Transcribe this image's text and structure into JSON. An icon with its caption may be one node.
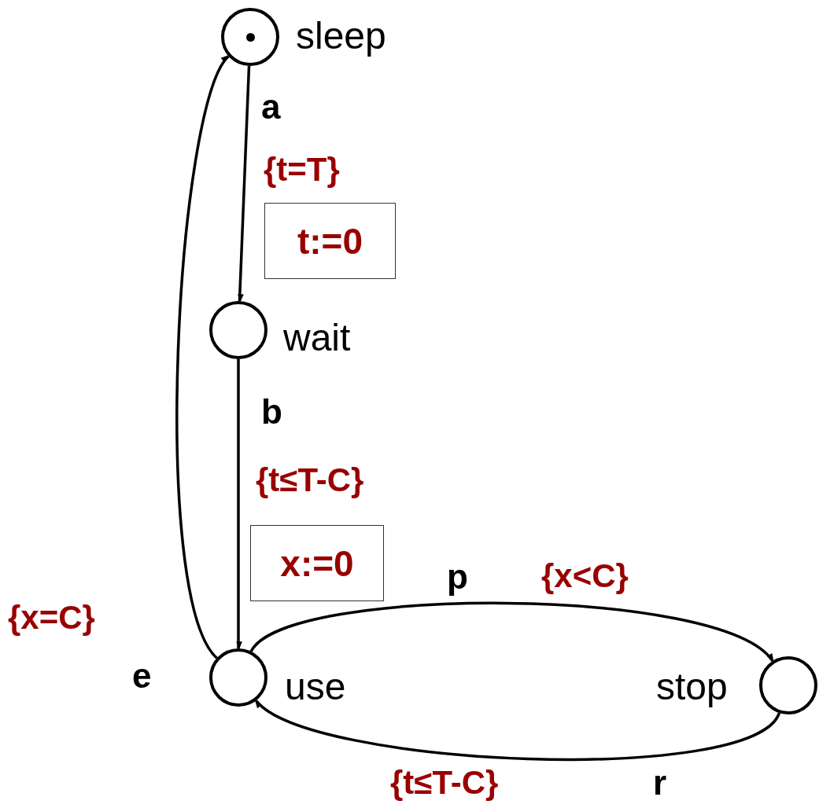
{
  "diagram": {
    "nodes": [
      {
        "text": [],
        "shape": "circle",
        "beside": [
          "sleep"
        ]
      },
      {
        "text": [],
        "shape": "circle",
        "beside": [
          "wait"
        ]
      },
      {
        "text": [],
        "shape": "circle",
        "beside": [
          "use"
        ]
      },
      {
        "text": [],
        "shape": "circle",
        "beside": [
          "stop"
        ]
      },
      {
        "text": [
          "t:=0"
        ]
      },
      {
        "text": [
          "x:=0"
        ]
      }
    ],
    "edges": [
      {
        "from": 0,
        "to": 1,
        "arrow": "to",
        "label": "a"
      },
      {
        "from": 1,
        "to": 2,
        "arrow": "to",
        "label": "b"
      },
      {
        "from": 2,
        "to": 3,
        "arrow": "to",
        "label": "p"
      },
      {
        "from": 3,
        "to": 2,
        "arrow": "to",
        "label": "r"
      },
      {
        "from": 2,
        "to": 0,
        "arrow": "to",
        "label": "e"
      }
    ],
    "labels": [
      "{t=T}",
      "{t≤T-C}",
      "{x<C}",
      "{x=C}",
      "{t≤T-C}"
    ]
  }
}
